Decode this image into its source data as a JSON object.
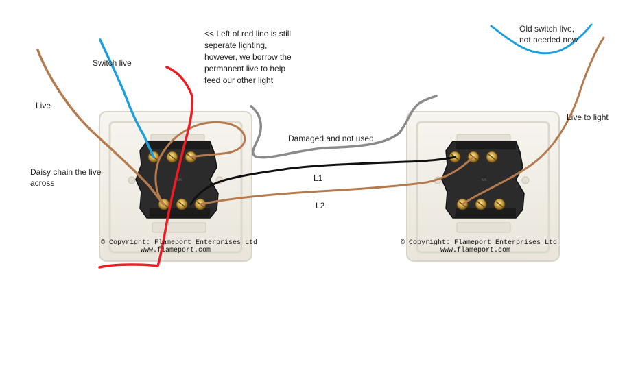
{
  "labels": {
    "switch_live": "Switch live",
    "live": "Live",
    "daisy_chain": "Daisy chain the live across",
    "left_note": "<< Left of red line is still seperate lighting, however, we borrow the permanent live to help feed our other light",
    "damaged": "Damaged and not used",
    "l1": "L1",
    "l2": "L2",
    "old_switch_live": "Old switch live, not needed now",
    "live_to_light": "Live to light"
  },
  "switches": {
    "left": {
      "copyright": "© Copyright: Flameport Enterprises Ltd",
      "website": "www.flameport.com"
    },
    "right": {
      "copyright": "© Copyright: Flameport Enterprises Ltd",
      "website": "www.flameport.com"
    }
  },
  "colors": {
    "live_brown": "#b57a4e",
    "switch_live_blue": "#1e9fdc",
    "divider_red": "#ee1c24",
    "damaged_grey": "#8a8a8a",
    "l1_black": "#111111",
    "faceplate": "#f4f1ea",
    "mechanism": "#2b2b2b",
    "terminal_brass": "#c9a040"
  }
}
